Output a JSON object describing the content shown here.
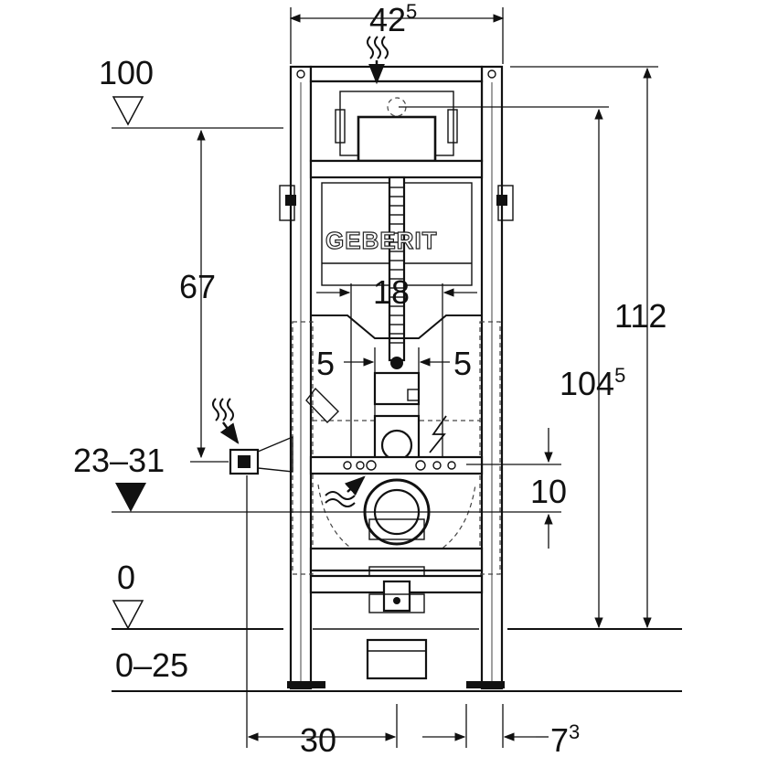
{
  "product": {
    "brand_logo": "GEBERIT"
  },
  "dimensions": {
    "frame_width": {
      "base": "42",
      "sup": "5"
    },
    "height_total": {
      "base": "112",
      "sup": ""
    },
    "height_inner": {
      "base": "104",
      "sup": "5"
    },
    "height_100": {
      "base": "100",
      "sup": ""
    },
    "height_67": {
      "base": "67",
      "sup": ""
    },
    "pipe_height_range": {
      "base": "23–31",
      "sup": ""
    },
    "gap_10": {
      "base": "10",
      "sup": ""
    },
    "spacing_18": {
      "base": "18",
      "sup": ""
    },
    "offset_left_5": {
      "base": "5",
      "sup": ""
    },
    "offset_right_5": {
      "base": "5",
      "sup": ""
    },
    "floor_0": {
      "base": "0",
      "sup": ""
    },
    "floor_range": {
      "base": "0–25",
      "sup": ""
    },
    "bottom_30": {
      "base": "30",
      "sup": ""
    },
    "bottom_7": {
      "base": "7",
      "sup": "3"
    }
  },
  "icons": {
    "water_supply": "water-supply-icon",
    "waste_water": "waste-water-icon",
    "electric": "electric-icon",
    "level_marker": "level-triangle-icon"
  }
}
